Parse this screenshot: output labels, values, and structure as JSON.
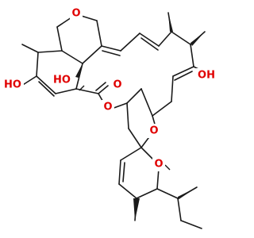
{
  "structure": {
    "atom_labels": [
      {
        "id": "oh-upper-left",
        "text": "HO",
        "color": "#e00000"
      },
      {
        "id": "oh-ring-junction",
        "text": "HO",
        "color": "#e00000"
      },
      {
        "id": "oh-upper-right",
        "text": "OH",
        "color": "#e00000"
      },
      {
        "id": "o-furan",
        "text": "O",
        "color": "#e00000"
      },
      {
        "id": "o-carbonyl",
        "text": "O",
        "color": "#e00000"
      },
      {
        "id": "o-ester",
        "text": "O",
        "color": "#e00000"
      },
      {
        "id": "o-pyran-1",
        "text": "O",
        "color": "#e00000"
      },
      {
        "id": "o-pyran-2",
        "text": "O",
        "color": "#e00000"
      }
    ]
  }
}
